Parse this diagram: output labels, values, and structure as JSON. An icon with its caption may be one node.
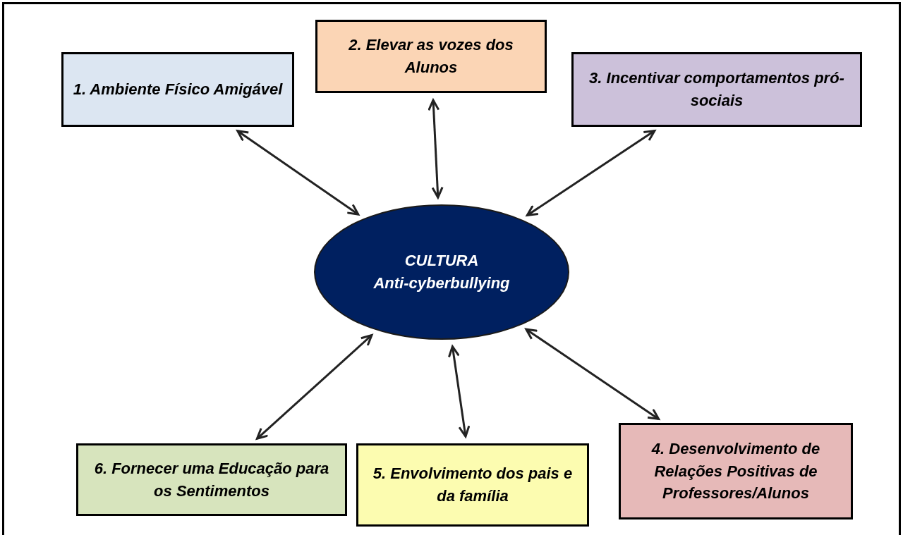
{
  "diagram": {
    "nodes": [
      {
        "text": [
          "CULTURA",
          "Anti-cyberbullying"
        ]
      },
      {
        "text": [
          "1. Ambiente Físico Amigável"
        ]
      },
      {
        "text": [
          "2. Elevar as vozes dos Alunos"
        ]
      },
      {
        "text": [
          "3. Incentivar comportamentos pró-sociais"
        ]
      },
      {
        "text": [
          "4. Desenvolvimento de Relações Positivas de Professores/Alunos"
        ]
      },
      {
        "text": [
          "5. Envolvimento dos pais e da família"
        ]
      },
      {
        "text": [
          "6. Fornecer uma Educação para os Sentimentos"
        ]
      }
    ],
    "edges": [
      {
        "from": 0,
        "to": 1,
        "arrow": "both"
      },
      {
        "from": 0,
        "to": 2,
        "arrow": "both"
      },
      {
        "from": 0,
        "to": 3,
        "arrow": "both"
      },
      {
        "from": 0,
        "to": 4,
        "arrow": "both"
      },
      {
        "from": 0,
        "to": 5,
        "arrow": "both"
      },
      {
        "from": 0,
        "to": 6,
        "arrow": "both"
      }
    ]
  }
}
